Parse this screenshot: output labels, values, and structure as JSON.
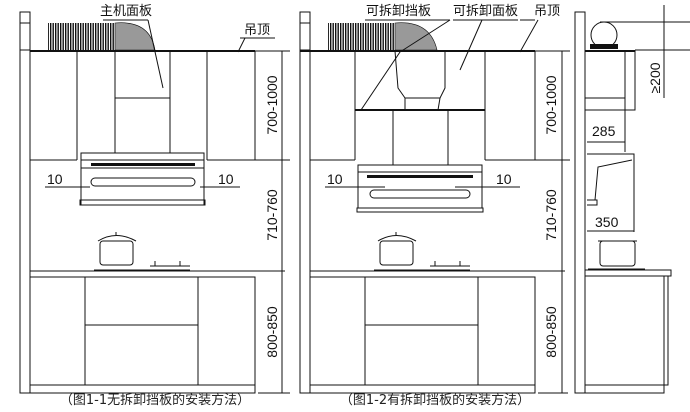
{
  "figure1": {
    "label_main_panel": "主机面板",
    "label_ceiling": "吊顶",
    "dim_upper": "700-1000",
    "dim_middle": "710-760",
    "dim_lower": "800-850",
    "dim_left_gap": "10",
    "dim_right_gap": "10",
    "caption": "（图1-1无拆卸挡板的安装方法）"
  },
  "figure2": {
    "label_removable_baffle": "可拆卸挡板",
    "label_removable_panel": "可拆卸面板",
    "label_ceiling": "吊顶",
    "dim_upper": "700-1000",
    "dim_middle": "710-760",
    "dim_lower": "800-850",
    "dim_left_gap": "10",
    "dim_right_gap": "10",
    "caption": "（图1-2有拆卸挡板的安装方法）"
  },
  "side_view": {
    "dim_clearance": "≥200",
    "dim_depth_upper": "285",
    "dim_depth_hood": "350"
  }
}
